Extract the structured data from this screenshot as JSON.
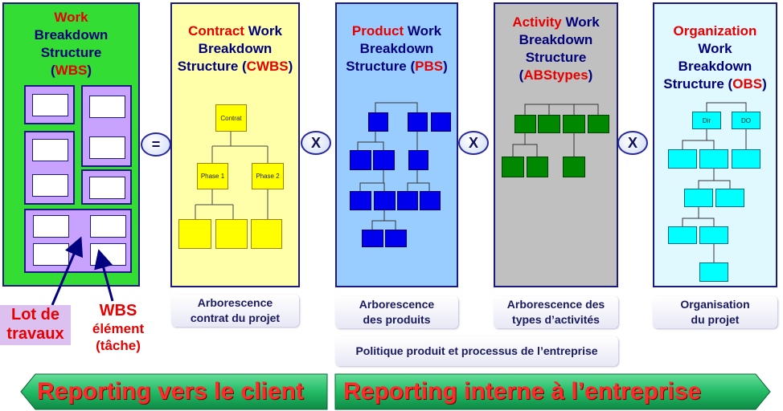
{
  "wbs": {
    "title_line1": "Work",
    "title_line2": "Breakdown",
    "title_line3": "Structure",
    "title_paren_open": "(",
    "title_acronym": "WBS",
    "title_paren_close": ")"
  },
  "operators": {
    "equals": "=",
    "times1": "X",
    "times2": "X",
    "times3": "X"
  },
  "cwbs": {
    "title_lead": "Contract",
    "title_line1_rest": " Work",
    "title_line2": "Breakdown",
    "title_line3_pre": "Structure (",
    "title_acronym": "CWBS",
    "title_line3_post": ")",
    "node_root": "Contrat",
    "node_phase1": "Phase 1",
    "node_phase2": "Phase 2",
    "caption_line1": "Arborescence",
    "caption_line2": "contrat du projet"
  },
  "pbs": {
    "title_lead": "Product",
    "title_line1_rest": " Work",
    "title_line2": "Breakdown",
    "title_line3_pre": "Structure (",
    "title_acronym": "PBS",
    "title_line3_post": ")",
    "caption_line1": "Arborescence",
    "caption_line2": "des produits"
  },
  "abs": {
    "title_lead": "Activity",
    "title_line1_rest": " Work",
    "title_line2": "Breakdown",
    "title_line3": "Structure",
    "title_paren_open": "(",
    "title_acronym": "ABStypes",
    "title_paren_close": ")",
    "caption_line1": "Arborescence des",
    "caption_line2": "types d’activités"
  },
  "obs": {
    "title_lead": "Organization",
    "title_line2": "Work",
    "title_line3": "Breakdown",
    "title_line4_pre": "Structure (",
    "title_acronym": "OBS",
    "title_line4_post": ")",
    "node_a": "Dir",
    "node_b": "DO",
    "caption_line1": "Organisation",
    "caption_line2": "du projet"
  },
  "politique_caption": "Politique produit et processus de l’entreprise",
  "lot_de": "Lot de",
  "travaux": "travaux",
  "wbs_label": "WBS",
  "element_label": "élément",
  "tache_label": "(tâche)",
  "banner_left": "Reporting vers le client",
  "banner_right": "Reporting interne à l’entreprise",
  "colors": {
    "wbs_panel": "#33dd33",
    "wbs_box": "#c9a2ff",
    "cwbs_panel": "#ffffaa",
    "cwbs_node": "#ffff00",
    "pbs_panel": "#99ccff",
    "pbs_node": "#0000ee",
    "abs_panel": "#c0c0c0",
    "abs_node": "#008800",
    "obs_panel": "#e0f8ff",
    "obs_node": "#00ffff",
    "banner": "#22bb66",
    "banner_text": "#ff2a2a",
    "title_text": "#00007a",
    "accent_red": "#e60000"
  }
}
